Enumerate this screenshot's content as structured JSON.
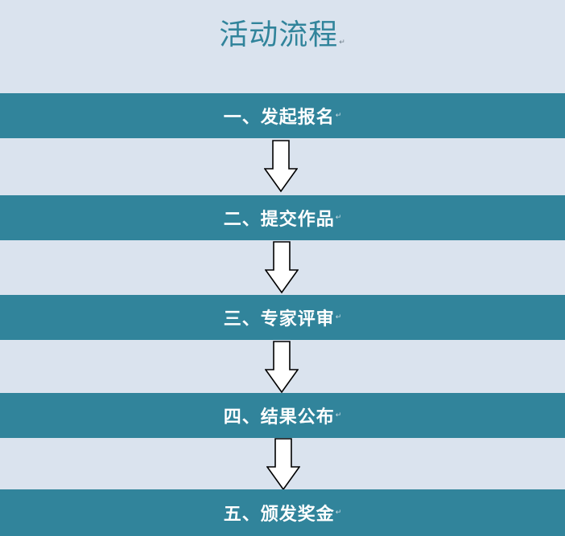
{
  "title": "活动流程",
  "paragraph_mark": "↵",
  "steps": [
    {
      "label": "一、发起报名"
    },
    {
      "label": "二、提交作品"
    },
    {
      "label": "三、专家评审"
    },
    {
      "label": "四、结果公布"
    },
    {
      "label": "五、颁发奖金"
    }
  ],
  "colors": {
    "background": "#dae3ee",
    "band": "#31849b",
    "title": "#31849b",
    "arrow_fill": "#ffffff",
    "arrow_stroke": "#000000"
  },
  "icons": {
    "arrow": "down-arrow-icon"
  }
}
